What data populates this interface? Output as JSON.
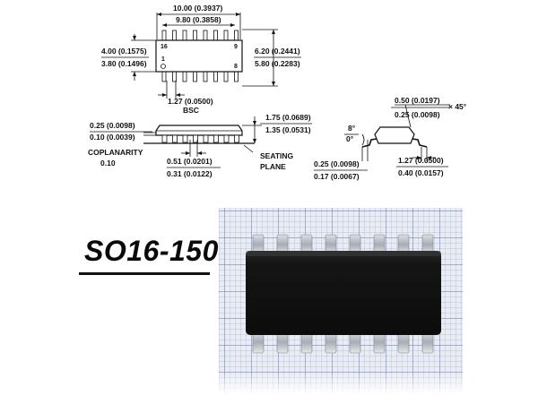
{
  "package_name": "SO16-150",
  "top_view": {
    "length_max": "10.00 (0.3937)",
    "length_min": "9.80 (0.3858)",
    "body_width_max": "4.00 (0.1575)",
    "body_width_min": "3.80 (0.1496)",
    "overall_width_max": "6.20 (0.2441)",
    "overall_width_min": "5.80 (0.2283)",
    "pin_16": "16",
    "pin_9": "9",
    "pin_1": "1",
    "pin_8": "8",
    "pitch": "1.27 (0.0500)",
    "pitch_note": "BSC"
  },
  "side_view": {
    "standoff_max": "0.25 (0.0098)",
    "standoff_min": "0.10 (0.0039)",
    "height_max": "1.75 (0.0689)",
    "height_min": "1.35 (0.0531)",
    "coplanarity_label": "COPLANARITY",
    "coplanarity_value": "0.10",
    "lead_width_max": "0.51 (0.0201)",
    "lead_width_min": "0.31 (0.0122)",
    "seating_label_1": "SEATING",
    "seating_label_2": "PLANE"
  },
  "end_view": {
    "chamfer_max": "0.50 (0.0197)",
    "chamfer_min": "0.25 (0.0098)",
    "chamfer_angle": "× 45°",
    "angle_max": "8°",
    "angle_min": "0°",
    "lead_thick_max": "0.25 (0.0098)",
    "lead_thick_min": "0.17 (0.0067)",
    "foot_max": "1.27 (0.0500)",
    "foot_min": "0.40 (0.0157)"
  },
  "colors": {
    "ink": "#111111",
    "chip_body": "#141414",
    "lead_metal": "#b9bcc2"
  }
}
